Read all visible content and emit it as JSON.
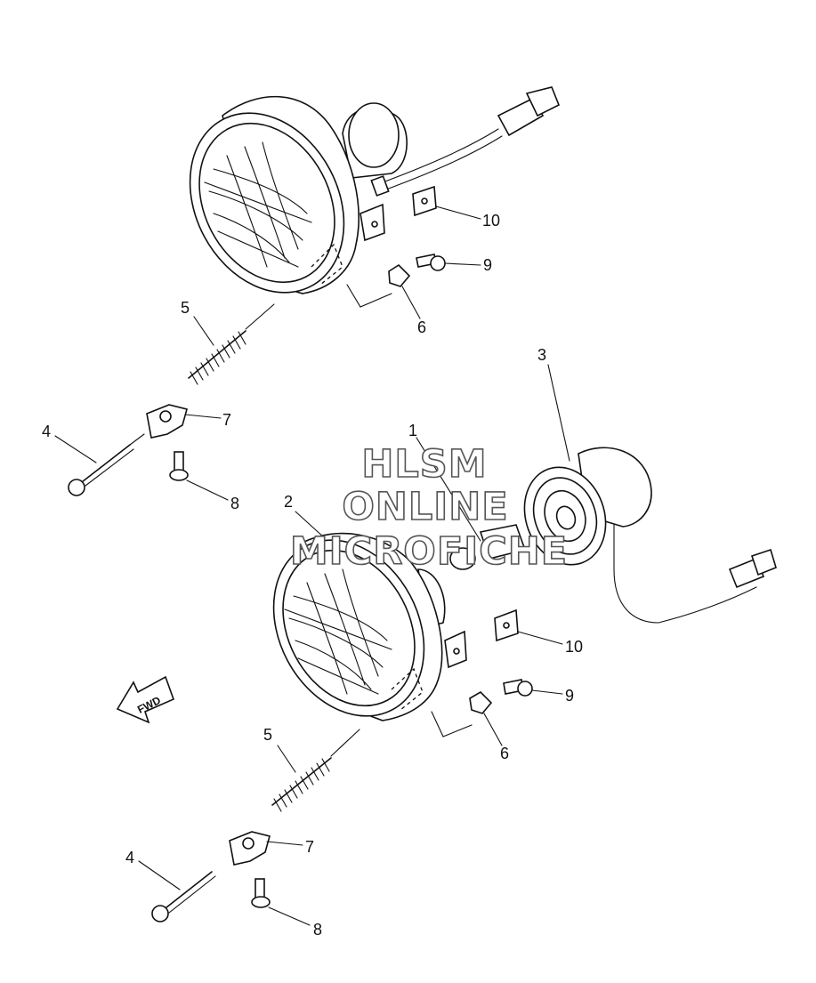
{
  "watermark": {
    "line1": "HLSM",
    "line2": "ONLINE",
    "line3": "MICROFICHE"
  },
  "direction_arrow": {
    "label": "FWD",
    "icon": "fwd-arrow-icon"
  },
  "callouts": {
    "upper": {
      "n5": "5",
      "n4": "4",
      "n7": "7",
      "n8": "8",
      "n6": "6",
      "n9": "9",
      "n10": "10"
    },
    "lower": {
      "n1": "1",
      "n2": "2",
      "n3": "3",
      "n4": "4",
      "n5": "5",
      "n6": "6",
      "n7": "7",
      "n8": "8",
      "n9": "9",
      "n10": "10"
    }
  },
  "parts": [
    {
      "id": "1",
      "name": "bulb-icon"
    },
    {
      "id": "2",
      "name": "headlight-unit-icon"
    },
    {
      "id": "3",
      "name": "bulb-socket-cord-icon"
    },
    {
      "id": "4",
      "name": "adjust-screw-icon"
    },
    {
      "id": "5",
      "name": "spring-icon"
    },
    {
      "id": "6",
      "name": "nut-icon"
    },
    {
      "id": "7",
      "name": "bracket-icon"
    },
    {
      "id": "8",
      "name": "screw-icon"
    },
    {
      "id": "9",
      "name": "screw-icon"
    },
    {
      "id": "10",
      "name": "clip-nut-icon"
    }
  ]
}
